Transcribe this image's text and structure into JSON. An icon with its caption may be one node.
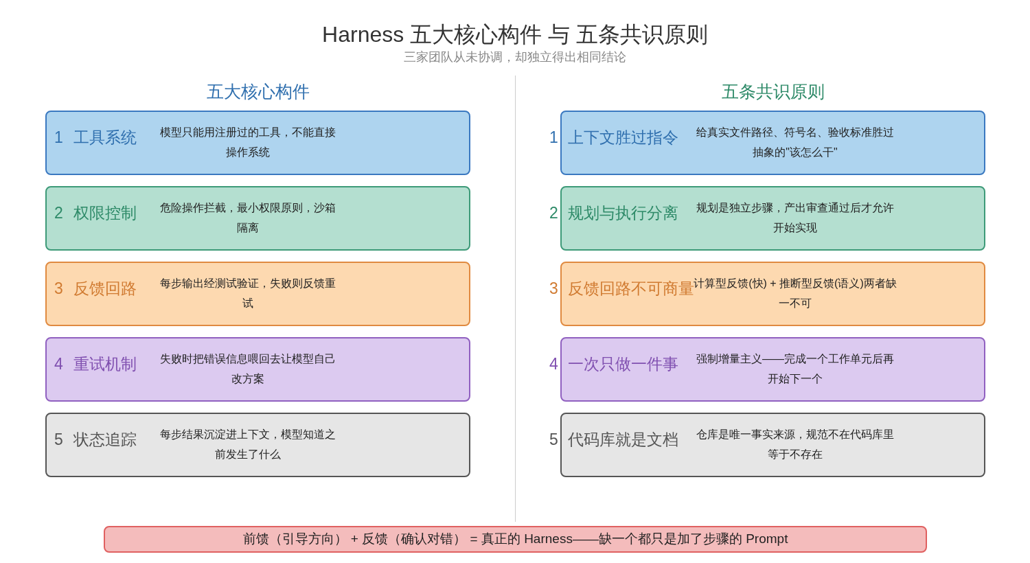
{
  "diagram": {
    "title": "Harness 五大核心构件 与 五条共识原则",
    "nodes": [
      {
        "text": [
          "1",
          "工具系统",
          "模型只能用注册过的工具，不能直接操作系统"
        ]
      },
      {
        "text": [
          "2",
          "权限控制",
          "危险操作拦截，最小权限原则，沙箱隔离"
        ]
      },
      {
        "text": [
          "3",
          "反馈回路",
          "每步输出经测试验证，失败则反馈重试"
        ]
      },
      {
        "text": [
          "4",
          "重试机制",
          "失败时把错误信息喂回去让模型自己改方案"
        ]
      },
      {
        "text": [
          "5",
          "状态追踪",
          "每步结果沉淀进上下文，模型知道之前发生了什么"
        ]
      },
      {
        "text": [
          "1",
          "上下文胜过指令",
          "给真实文件路径、符号名、验收标准胜过抽象的\"该怎么干\""
        ]
      },
      {
        "text": [
          "2",
          "规划与执行分离",
          "规划是独立步骤，产出审查通过后才允许开始实现"
        ]
      },
      {
        "text": [
          "3",
          "反馈回路不可商量",
          "计算型反馈(快) + 推断型反馈(语义)两者缺一不可"
        ]
      },
      {
        "text": [
          "4",
          "一次只做一件事",
          "强制增量主义——完成一个工作单元后再开始下一个"
        ]
      },
      {
        "text": [
          "5",
          "代码库就是文档",
          "仓库是唯一事实来源，规范不在代码库里等于不存在"
        ]
      },
      {
        "text": [
          "前馈（引导方向） + 反馈（确认对错） = 真正的 Harness——缺一个都只是加了步骤的 Prompt"
        ]
      }
    ],
    "edges": [],
    "labels": [
      "三家团队从未协调，却独立得出相同结论",
      "五大核心构件",
      "五条共识原则"
    ]
  }
}
